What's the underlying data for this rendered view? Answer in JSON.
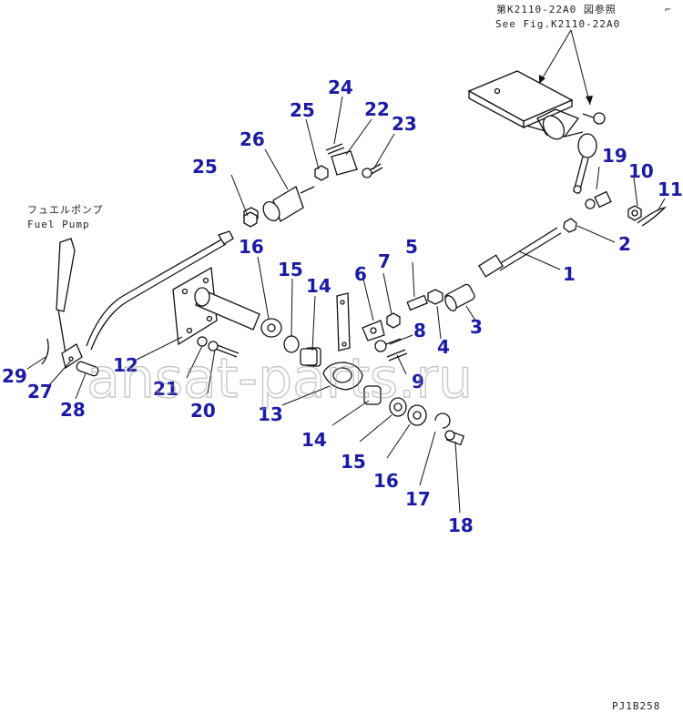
{
  "reference": {
    "jp": "第K2110-22A0 図参照",
    "en": "See Fig.K2110-22A0"
  },
  "fuel_pump": {
    "jp": "フュエルポンプ",
    "en": "Fuel Pump"
  },
  "corner_mark": "⌐",
  "drawing_code": "PJ1B258",
  "watermark": "ansat-parts.ru",
  "callouts": {
    "c1": "1",
    "c2": "2",
    "c3": "3",
    "c4": "4",
    "c5": "5",
    "c6": "6",
    "c7": "7",
    "c8": "8",
    "c9": "9",
    "c10": "10",
    "c11": "11",
    "c12": "12",
    "c13": "13",
    "c14a": "14",
    "c14b": "14",
    "c15a": "15",
    "c15b": "15",
    "c16a": "16",
    "c16b": "16",
    "c17": "17",
    "c18": "18",
    "c19": "19",
    "c20": "20",
    "c21": "21",
    "c22": "22",
    "c23": "23",
    "c24": "24",
    "c25a": "25",
    "c25b": "25",
    "c26": "26",
    "c27": "27",
    "c28": "28",
    "c29": "29"
  },
  "colors": {
    "label": "#1a1aa6",
    "line": "#111111",
    "watermark": "#9a9a9a"
  }
}
